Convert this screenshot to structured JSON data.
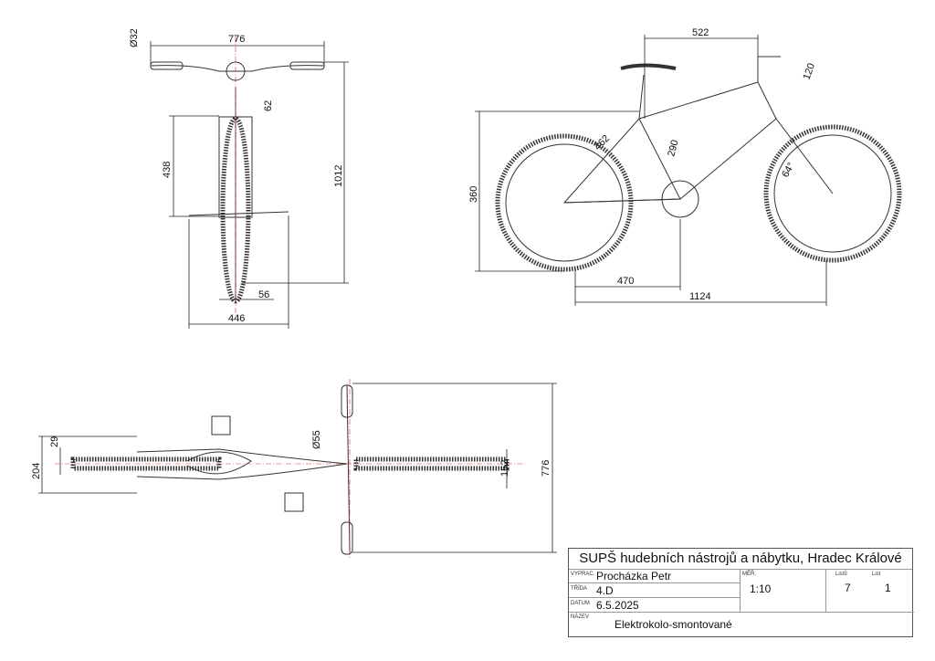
{
  "front_view": {
    "handlebar_width": "776",
    "grip_diameter": "Ø32",
    "stem_offset": "62",
    "fork_height": "438",
    "total_height": "1012",
    "tire_width": "56",
    "pedal_width": "446"
  },
  "side_view": {
    "reach": "522",
    "stem_length": "120",
    "seat_tube_length": "462",
    "down_tube_length": "290",
    "bb_height": "360",
    "head_angle": "64°",
    "chainstay": "470",
    "wheelbase": "1124"
  },
  "top_view": {
    "rear_offset": "29",
    "rear_width": "204",
    "headset_diameter": "Ø55",
    "front_hub_width": "162",
    "handlebar_width": "776"
  },
  "title_block": {
    "school": "SUPŠ hudebních nástrojů a nábytku, Hradec Králové",
    "author_label": "VYPRAC.",
    "author": "Procházka Petr",
    "class_label": "TŘÍDA",
    "class": "4.D",
    "date_label": "DATUM",
    "date": "6.5.2025",
    "scale_label": "MĚŘ.",
    "scale": "1:10",
    "sheets_label": "Listů",
    "sheets": "7",
    "sheet_label": "List",
    "sheet": "1",
    "name_label": "NÁZEV",
    "name": "Elektrokolo-smontované"
  }
}
